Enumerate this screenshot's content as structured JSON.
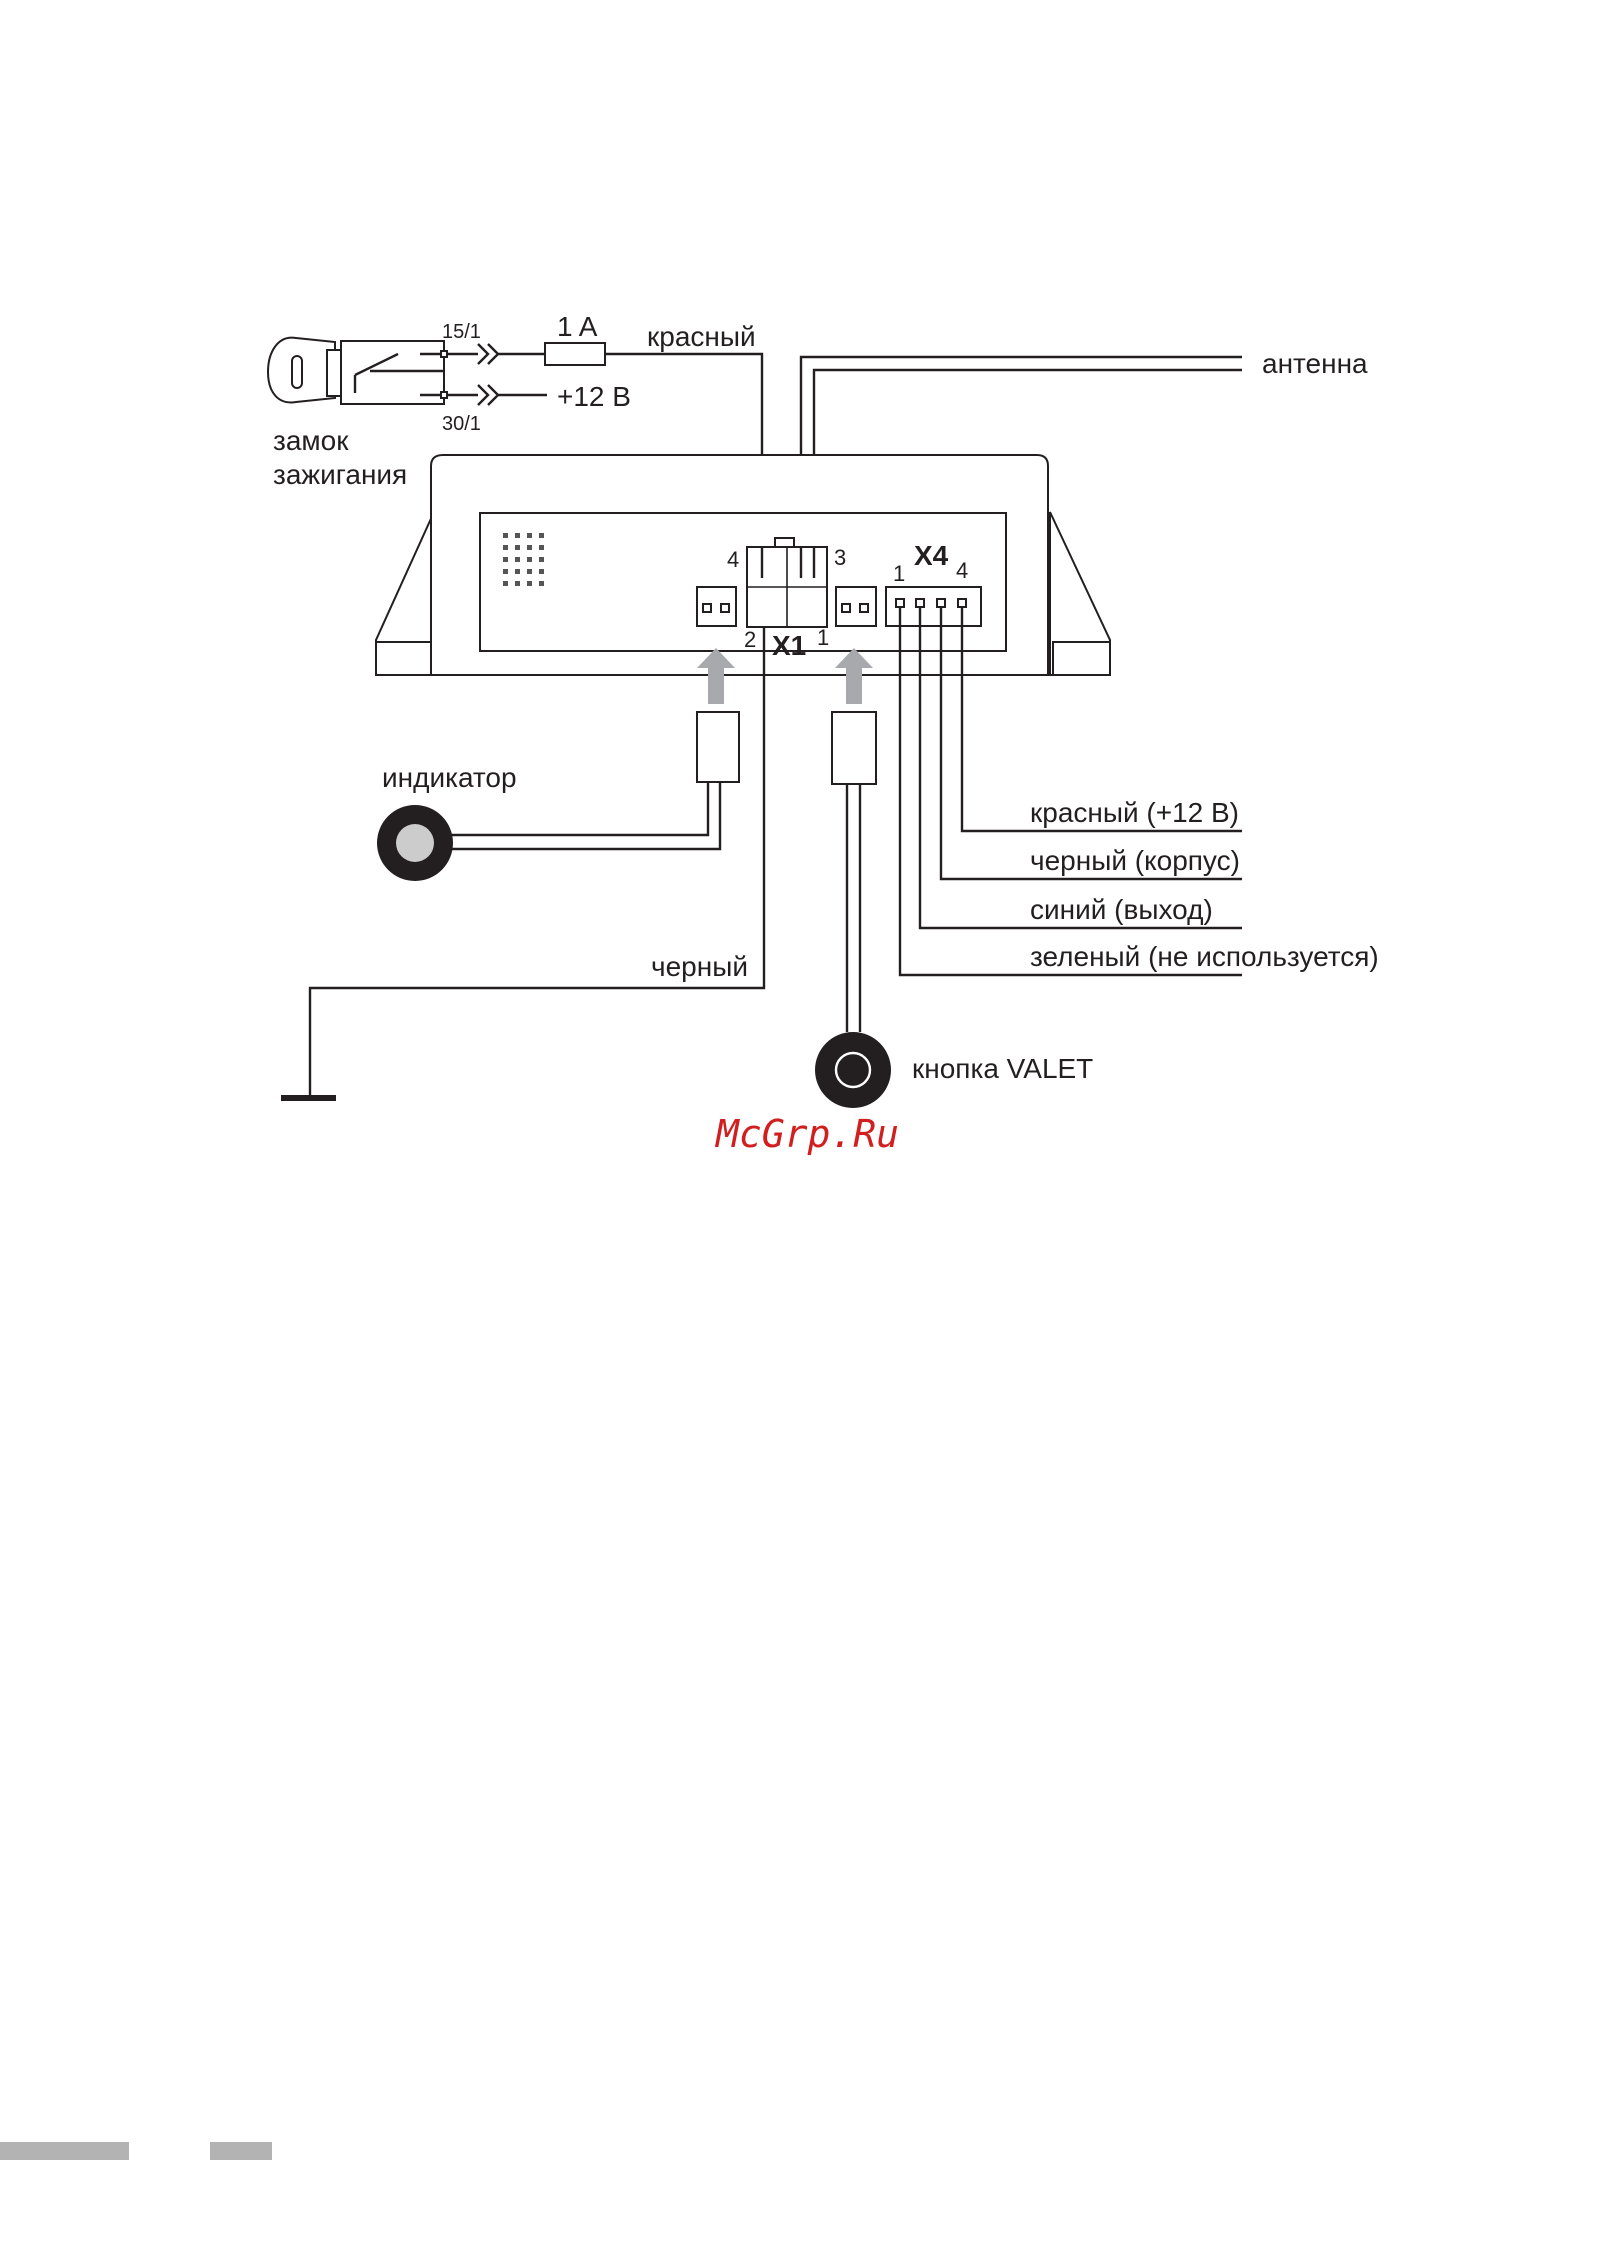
{
  "ignition": {
    "label_line1": "замок",
    "label_line2": "зажигания",
    "terminal_top": "15/1",
    "terminal_bottom": "30/1"
  },
  "fuse": {
    "rating": "1 A"
  },
  "wires": {
    "red": "красный",
    "plus12": "+12 В",
    "antenna": "антенна",
    "black": "черный"
  },
  "connector_x1": {
    "name": "X1",
    "pins": [
      "4",
      "3",
      "2",
      "1"
    ]
  },
  "connector_x4": {
    "name": "X4",
    "pin_first": "1",
    "pin_last": "4",
    "wires": [
      "красный (+12 В)",
      "черный (корпус)",
      "синий (выход)",
      "зеленый (не используется)"
    ]
  },
  "indicator": {
    "label": "индикатор",
    "color": "#cccccc"
  },
  "valet": {
    "label": "кнопка VALET"
  },
  "watermark": {
    "text": "McGrp.Ru",
    "color": "#d11f1f"
  },
  "footer": {
    "bar_color": "#b3b3b3"
  }
}
